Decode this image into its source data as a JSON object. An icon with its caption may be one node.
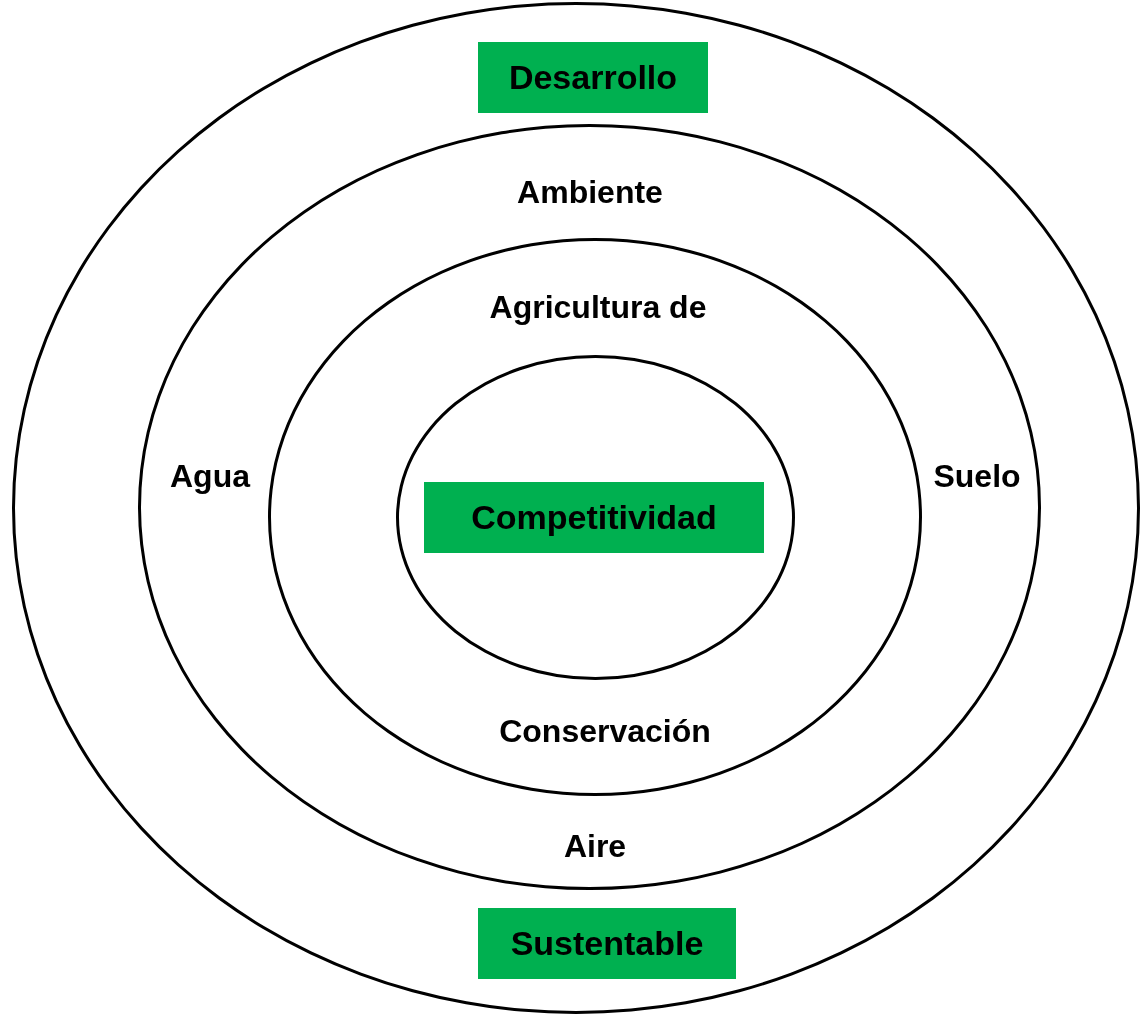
{
  "diagram": {
    "nodes": [
      {
        "text": [],
        "shape": "circle"
      },
      {
        "text": [
          "Desarrollo"
        ],
        "in": 0
      },
      {
        "text": [
          "Ambiente",
          "Agua",
          "Suelo",
          "Aire"
        ],
        "in": 0
      },
      {
        "text": [
          "Agricultura de",
          "Conservación"
        ],
        "in": 2
      },
      {
        "text": [],
        "shape": "circle",
        "in": 3
      },
      {
        "text": [
          "Competitividad"
        ],
        "in": 4
      },
      {
        "text": [
          "Sustentable"
        ],
        "in": 0
      }
    ]
  }
}
